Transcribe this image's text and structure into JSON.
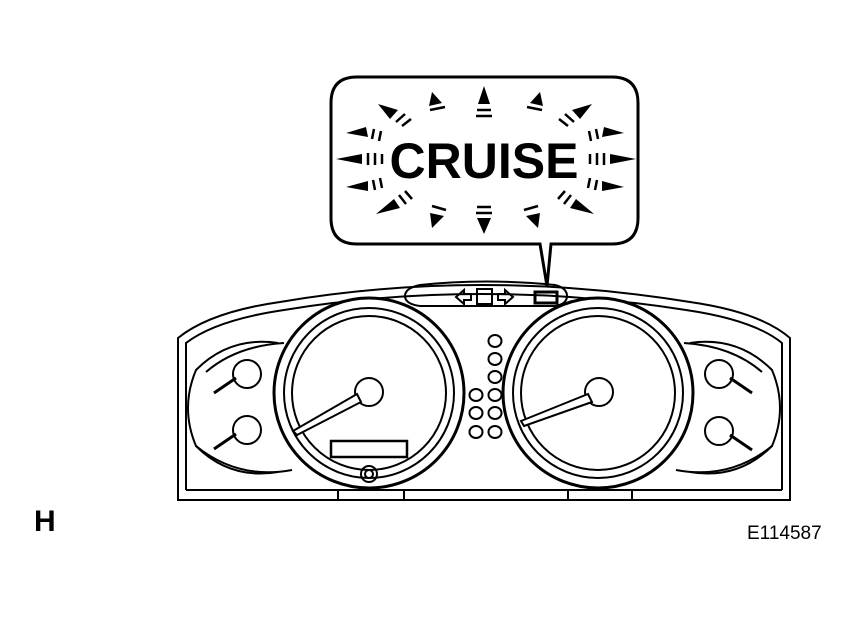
{
  "figure": {
    "corner_letter": "H",
    "figure_id": "E114587"
  },
  "callout": {
    "text": "CRUISE"
  },
  "colors": {
    "stroke": "#000000",
    "background": "#ffffff"
  },
  "icons": {
    "turn_signal_left": "left-arrow-outline-icon",
    "turn_signal_right": "right-arrow-outline-icon",
    "center_indicator": "square-outline-icon",
    "cruise_indicator": "rectangle-indicator-icon"
  }
}
